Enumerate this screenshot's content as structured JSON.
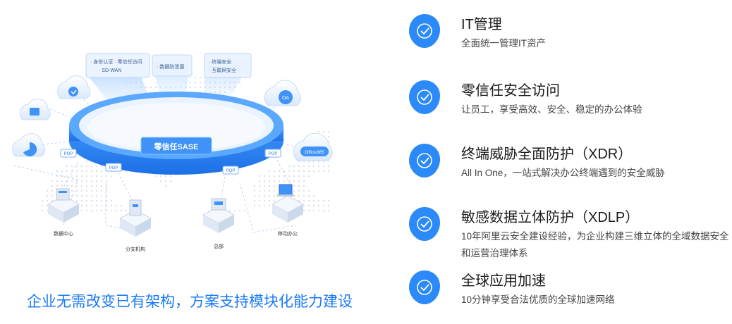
{
  "diagram": {
    "ring_label": "零信任SASE",
    "pop_label": "POP",
    "panels": [
      {
        "lines": [
          "· 身份认证 · 零信任访问",
          "· SD-WAN"
        ]
      },
      {
        "lines": [
          "· 数据防泄漏"
        ]
      },
      {
        "lines": [
          "· 终端安全",
          "· 互联网安全"
        ]
      }
    ],
    "cloud_labels": [
      "OA",
      "Office365"
    ],
    "nodes": [
      "数据中心",
      "分支机构",
      "总部",
      "移动办公"
    ],
    "colors": {
      "ring": "#2f8cf5",
      "ring_top": "#cfe3ff",
      "node": "#2b7ff0"
    }
  },
  "caption": "企业无需改变已有架构，方案支持模块化能力建设",
  "features": [
    {
      "title": "IT管理",
      "desc": "全面统一管理IT资产",
      "icon": "check-circle-icon"
    },
    {
      "title": "零信任安全访问",
      "desc": "让员工，享受高效、安全、稳定的办公体验",
      "icon": "check-circle-icon"
    },
    {
      "title": "终端威胁全面防护（XDR）",
      "desc": "All In One，一站式解决办公终端遇到的安全威胁",
      "icon": "check-circle-icon"
    },
    {
      "title": "敏感数据立体防护（XDLP）",
      "desc": "10年阿里云安全建设经验，为企业构建三维立体的全域数据安全和运营治理体系",
      "icon": "check-circle-icon"
    },
    {
      "title": "全球应用加速",
      "desc": "10分钟享受合法优质的全球加速网络",
      "icon": "check-circle-icon"
    }
  ],
  "accent_color": "#2b8af7"
}
